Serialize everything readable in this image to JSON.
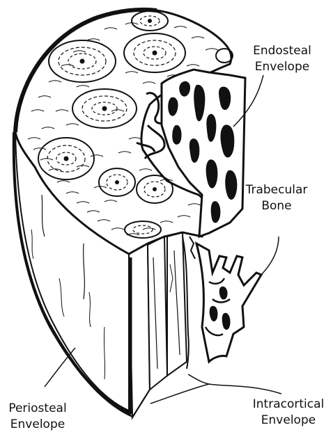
{
  "labels": {
    "endosteal": {
      "line1": "Endosteal",
      "line2": "Envelope"
    },
    "trabecular": {
      "line1": "Trabecular",
      "line2": "Bone"
    },
    "periosteal": {
      "line1": "Periosteal",
      "line2": "Envelope"
    },
    "intracortical": {
      "line1": "Intracortical",
      "line2": "Envelope"
    }
  },
  "colors": {
    "ink": "#111111",
    "paper": "#ffffff"
  }
}
